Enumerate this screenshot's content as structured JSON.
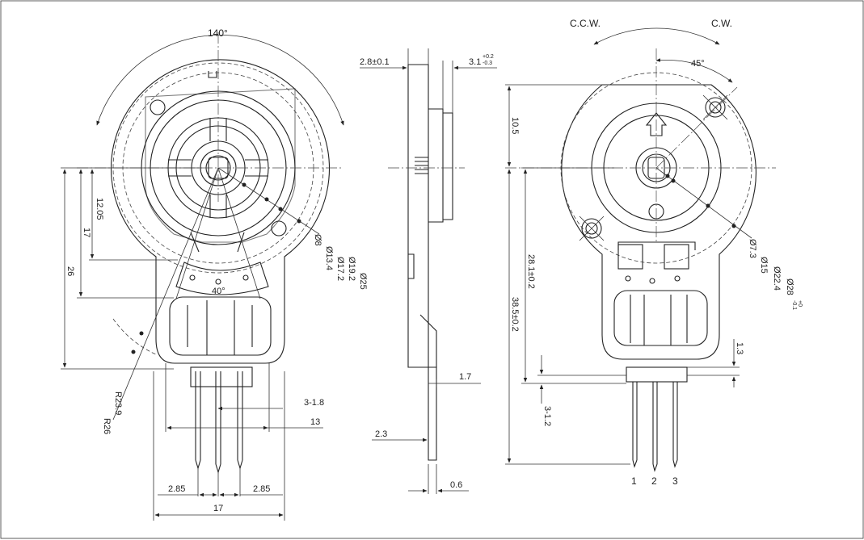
{
  "colors": {
    "line": "#222222",
    "background": "#ffffff"
  },
  "front": {
    "angle_top": "140°",
    "angle_inner": "40°",
    "d12_05": "12.05",
    "d17_v": "17",
    "d26": "26",
    "dia8": "Ø8",
    "dia13_4": "Ø13.4",
    "dia17_2": "Ø17.2",
    "dia19_2": "Ø19.2",
    "dia25": "Ø25",
    "r23_9": "R23.9",
    "r26": "R26",
    "pitch": "3-1.8",
    "w13": "13",
    "p2_85_left": "2.85",
    "p2_85_right": "2.85",
    "w17": "17"
  },
  "side": {
    "t2_8": "2.8±0.1",
    "t3_1": "3.1",
    "t3_1_up": "+0.2",
    "t3_1_dn": "-0.3",
    "d1_7": "1.7",
    "d2_3": "2.3",
    "d0_6": "0.6"
  },
  "rear": {
    "ccw": "C.C.W.",
    "cw": "C.W.",
    "angle45": "45°",
    "d10_5": "10.5",
    "d28_1": "28.1±0.2",
    "d38_5": "38.5±0.2",
    "dia7_3": "Ø7.3",
    "dia15": "Ø15",
    "dia22_4": "Ø22.4",
    "dia28": "Ø28",
    "dia28_up": "+0",
    "dia28_dn": "-0.1",
    "d1_3": "1.3",
    "pin_w": "3-1.2",
    "pin1": "1",
    "pin2": "2",
    "pin3": "3"
  }
}
